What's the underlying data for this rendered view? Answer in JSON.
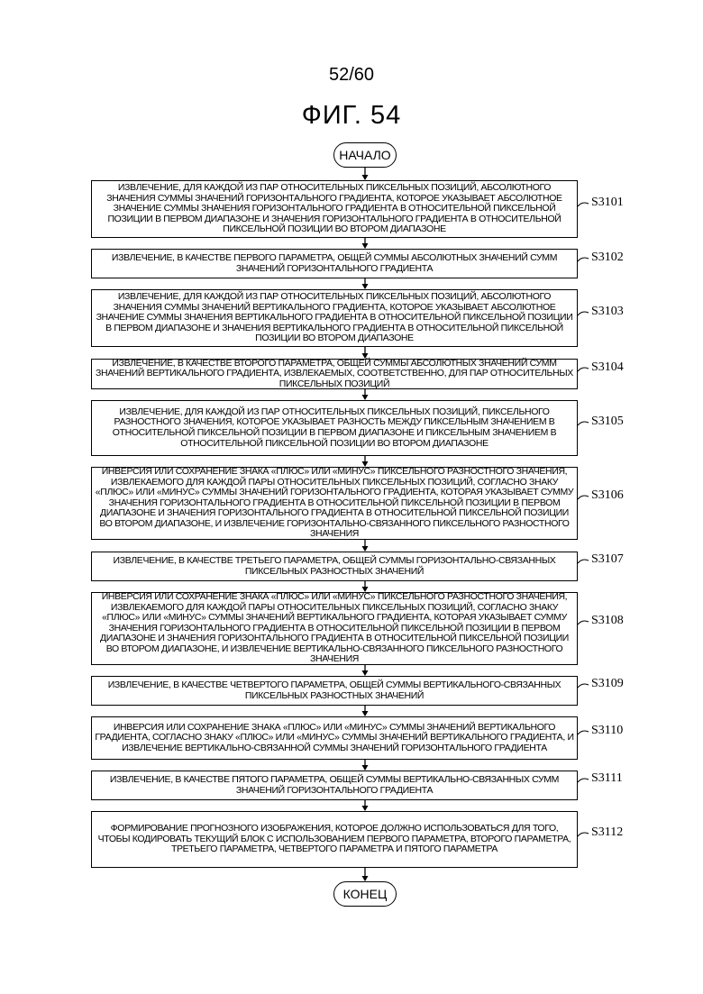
{
  "header": {
    "page_number": "52/60",
    "figure_title": "ФИГ. 54"
  },
  "flow": {
    "start": "НАЧАЛО",
    "end": "КОНЕЦ",
    "steps": [
      {
        "label": "S3101",
        "text": "ИЗВЛЕЧЕНИЕ, ДЛЯ КАЖДОЙ ИЗ ПАР ОТНОСИТЕЛЬНЫХ ПИКСЕЛЬНЫХ ПОЗИЦИЙ, АБСОЛЮТНОГО ЗНАЧЕНИЯ СУММЫ ЗНАЧЕНИЙ ГОРИЗОНТАЛЬНОГО ГРАДИЕНТА, КОТОРОЕ УКАЗЫВАЕТ АБСОЛЮТНОЕ ЗНАЧЕНИЕ СУММЫ ЗНАЧЕНИЯ ГОРИЗОНТАЛЬНОГО ГРАДИЕНТА В ОТНОСИТЕЛЬНОЙ ПИКСЕЛЬНОЙ ПОЗИЦИИ В ПЕРВОМ ДИАПАЗОНЕ И ЗНАЧЕНИЯ ГОРИЗОНТАЛЬНОГО ГРАДИЕНТА В ОТНОСИТЕЛЬНОЙ ПИКСЕЛЬНОЙ ПОЗИЦИИ ВО ВТОРОМ ДИАПАЗОНЕ"
      },
      {
        "label": "S3102",
        "text": "ИЗВЛЕЧЕНИЕ, В КАЧЕСТВЕ ПЕРВОГО ПАРАМЕТРА, ОБЩЕЙ СУММЫ АБСОЛЮТНЫХ ЗНАЧЕНИЙ СУММ ЗНАЧЕНИЙ ГОРИЗОНТАЛЬНОГО ГРАДИЕНТА"
      },
      {
        "label": "S3103",
        "text": "ИЗВЛЕЧЕНИЕ, ДЛЯ КАЖДОЙ ИЗ ПАР ОТНОСИТЕЛЬНЫХ ПИКСЕЛЬНЫХ ПОЗИЦИЙ, АБСОЛЮТНОГО ЗНАЧЕНИЯ СУММЫ ЗНАЧЕНИЙ ВЕРТИКАЛЬНОГО ГРАДИЕНТА, КОТОРОЕ УКАЗЫВАЕТ АБСОЛЮТНОЕ ЗНАЧЕНИЕ СУММЫ ЗНАЧЕНИЯ ВЕРТИКАЛЬНОГО ГРАДИЕНТА В ОТНОСИТЕЛЬНОЙ ПИКСЕЛЬНОЙ ПОЗИЦИИ В ПЕРВОМ ДИАПАЗОНЕ И ЗНАЧЕНИЯ ВЕРТИКАЛЬНОГО ГРАДИЕНТА В ОТНОСИТЕЛЬНОЙ ПИКСЕЛЬНОЙ ПОЗИЦИИ ВО ВТОРОМ ДИАПАЗОНЕ"
      },
      {
        "label": "S3104",
        "text": "ИЗВЛЕЧЕНИЕ, В КАЧЕСТВЕ ВТОРОГО ПАРАМЕТРА, ОБЩЕЙ СУММЫ АБСОЛЮТНЫХ ЗНАЧЕНИЙ СУММ ЗНАЧЕНИЙ ВЕРТИКАЛЬНОГО ГРАДИЕНТА, ИЗВЛЕКАЕМЫХ, СООТВЕТСТВЕННО, ДЛЯ ПАР ОТНОСИТЕЛЬНЫХ ПИКСЕЛЬНЫХ ПОЗИЦИЙ"
      },
      {
        "label": "S3105",
        "text": "ИЗВЛЕЧЕНИЕ, ДЛЯ КАЖДОЙ ИЗ ПАР ОТНОСИТЕЛЬНЫХ ПИКСЕЛЬНЫХ ПОЗИЦИЙ, ПИКСЕЛЬНОГО РАЗНОСТНОГО ЗНАЧЕНИЯ, КОТОРОЕ УКАЗЫВАЕТ РАЗНОСТЬ МЕЖДУ ПИКСЕЛЬНЫМ ЗНАЧЕНИЕМ В ОТНОСИТЕЛЬНОЙ ПИКСЕЛЬНОЙ ПОЗИЦИИ В ПЕРВОМ ДИАПАЗОНЕ И ПИКСЕЛЬНЫМ ЗНАЧЕНИЕМ В ОТНОСИТЕЛЬНОЙ ПИКСЕЛЬНОЙ ПОЗИЦИИ ВО ВТОРОМ ДИАПАЗОНЕ"
      },
      {
        "label": "S3106",
        "text": "ИНВЕРСИЯ ИЛИ СОХРАНЕНИЕ ЗНАКА «ПЛЮС» ИЛИ «МИНУС» ПИКСЕЛЬНОГО РАЗНОСТНОГО ЗНАЧЕНИЯ, ИЗВЛЕКАЕМОГО ДЛЯ КАЖДОЙ ПАРЫ ОТНОСИТЕЛЬНЫХ ПИКСЕЛЬНЫХ ПОЗИЦИЙ, СОГЛАСНО ЗНАКУ «ПЛЮС» ИЛИ «МИНУС» СУММЫ ЗНАЧЕНИЙ ГОРИЗОНТАЛЬНОГО ГРАДИЕНТА, КОТОРАЯ УКАЗЫВАЕТ СУММУ ЗНАЧЕНИЯ ГОРИЗОНТАЛЬНОГО ГРАДИЕНТА В ОТНОСИТЕЛЬНОЙ ПИКСЕЛЬНОЙ ПОЗИЦИИ В ПЕРВОМ ДИАПАЗОНЕ И ЗНАЧЕНИЯ ГОРИЗОНТАЛЬНОГО ГРАДИЕНТА В ОТНОСИТЕЛЬНОЙ ПИКСЕЛЬНОЙ ПОЗИЦИИ ВО ВТОРОМ ДИАПАЗОНЕ, И ИЗВЛЕЧЕНИЕ ГОРИЗОНТАЛЬНО-СВЯЗАННОГО ПИКСЕЛЬНОГО РАЗНОСТНОГО ЗНАЧЕНИЯ"
      },
      {
        "label": "S3107",
        "text": "ИЗВЛЕЧЕНИЕ, В КАЧЕСТВЕ ТРЕТЬЕГО ПАРАМЕТРА, ОБЩЕЙ СУММЫ ГОРИЗОНТАЛЬНО-СВЯЗАННЫХ ПИКСЕЛЬНЫХ РАЗНОСТНЫХ ЗНАЧЕНИЙ"
      },
      {
        "label": "S3108",
        "text": "ИНВЕРСИЯ ИЛИ СОХРАНЕНИЕ ЗНАКА «ПЛЮС» ИЛИ «МИНУС» ПИКСЕЛЬНОГО РАЗНОСТНОГО ЗНАЧЕНИЯ, ИЗВЛЕКАЕМОГО ДЛЯ КАЖДОЙ ПАРЫ ОТНОСИТЕЛЬНЫХ ПИКСЕЛЬНЫХ ПОЗИЦИЙ, СОГЛАСНО ЗНАКУ «ПЛЮС» ИЛИ «МИНУС» СУММЫ ЗНАЧЕНИЙ ВЕРТИКАЛЬНОГО ГРАДИЕНТА, КОТОРАЯ УКАЗЫВАЕТ СУММУ ЗНАЧЕНИЯ ГОРИЗОНТАЛЬНОГО ГРАДИЕНТА В ОТНОСИТЕЛЬНОЙ ПИКСЕЛЬНОЙ ПОЗИЦИИ В ПЕРВОМ ДИАПАЗОНЕ И ЗНАЧЕНИЯ ГОРИЗОНТАЛЬНОГО ГРАДИЕНТА В ОТНОСИТЕЛЬНОЙ ПИКСЕЛЬНОЙ ПОЗИЦИИ ВО ВТОРОМ ДИАПАЗОНЕ, И ИЗВЛЕЧЕНИЕ ВЕРТИКАЛЬНО-СВЯЗАННОГО ПИКСЕЛЬНОГО РАЗНОСТНОГО ЗНАЧЕНИЯ"
      },
      {
        "label": "S3109",
        "text": "ИЗВЛЕЧЕНИЕ, В КАЧЕСТВЕ ЧЕТВЕРТОГО ПАРАМЕТРА, ОБЩЕЙ СУММЫ ВЕРТИКАЛЬНОГО-СВЯЗАННЫХ ПИКСЕЛЬНЫХ РАЗНОСТНЫХ ЗНАЧЕНИЙ"
      },
      {
        "label": "S3110",
        "text": "ИНВЕРСИЯ ИЛИ СОХРАНЕНИЕ ЗНАКА «ПЛЮС» ИЛИ «МИНУС» СУММЫ ЗНАЧЕНИЙ ВЕРТИКАЛЬНОГО ГРАДИЕНТА, СОГЛАСНО ЗНАКУ «ПЛЮС» ИЛИ «МИНУС» СУММЫ ЗНАЧЕНИЙ ВЕРТИКАЛЬНОГО ГРАДИЕНТА, И ИЗВЛЕЧЕНИЕ ВЕРТИКАЛЬНО-СВЯЗАННОЙ СУММЫ ЗНАЧЕНИЙ ГОРИЗОНТАЛЬНОГО ГРАДИЕНТА"
      },
      {
        "label": "S3111",
        "text": "ИЗВЛЕЧЕНИЕ, В КАЧЕСТВЕ ПЯТОГО ПАРАМЕТРА, ОБЩЕЙ СУММЫ ВЕРТИКАЛЬНО-СВЯЗАННЫХ СУММ ЗНАЧЕНИЙ ГОРИЗОНТАЛЬНОГО ГРАДИЕНТА"
      },
      {
        "label": "S3112",
        "text": "ФОРМИРОВАНИЕ ПРОГНОЗНОГО ИЗОБРАЖЕНИЯ, КОТОРОЕ ДОЛЖНО ИСПОЛЬЗОВАТЬСЯ ДЛЯ ТОГО, ЧТОБЫ КОДИРОВАТЬ ТЕКУЩИЙ БЛОК С ИСПОЛЬЗОВАНИЕМ ПЕРВОГО ПАРАМЕТРА, ВТОРОГО ПАРАМЕТРА, ТРЕТЬЕГО ПАРАМЕТРА, ЧЕТВЕРТОГО ПАРАМЕТРА И ПЯТОГО ПАРАМЕТРА"
      }
    ]
  }
}
